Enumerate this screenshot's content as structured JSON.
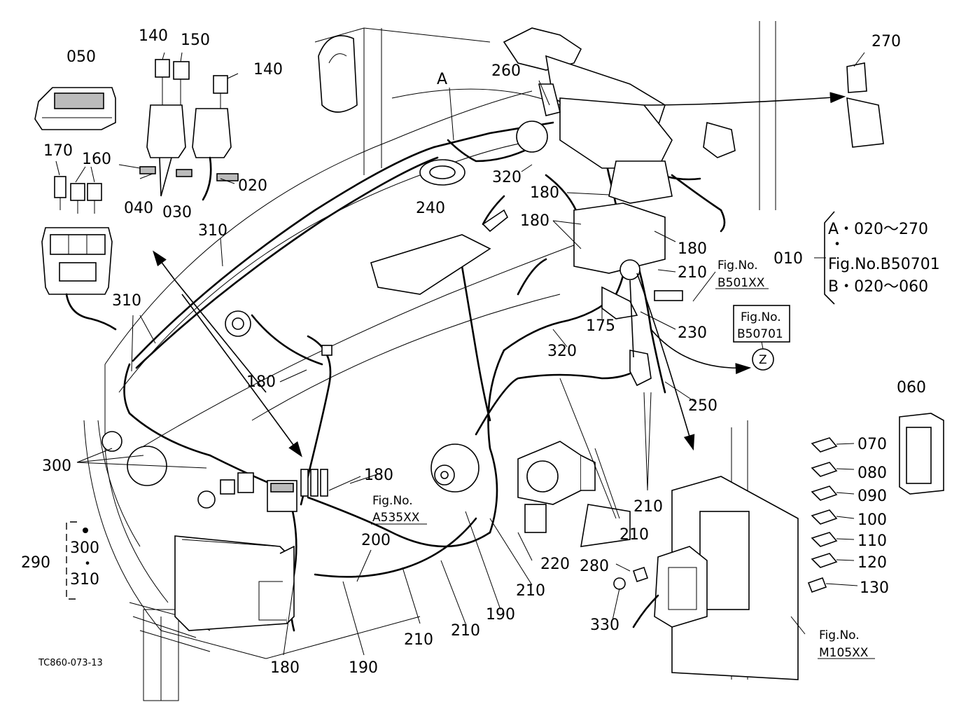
{
  "diagram": {
    "drawing_code": "TC860-073-13",
    "callouts": [
      {
        "id": "050",
        "text": "050"
      },
      {
        "id": "140a",
        "text": "140"
      },
      {
        "id": "150",
        "text": "150"
      },
      {
        "id": "140b",
        "text": "140"
      },
      {
        "id": "170",
        "text": "170"
      },
      {
        "id": "160",
        "text": "160"
      },
      {
        "id": "040",
        "text": "040"
      },
      {
        "id": "030",
        "text": "030"
      },
      {
        "id": "020",
        "text": "020"
      },
      {
        "id": "310a",
        "text": "310"
      },
      {
        "id": "310b",
        "text": "310"
      },
      {
        "id": "A",
        "text": "A"
      },
      {
        "id": "260",
        "text": "260"
      },
      {
        "id": "270",
        "text": "270"
      },
      {
        "id": "320a",
        "text": "320"
      },
      {
        "id": "240",
        "text": "240"
      },
      {
        "id": "180a",
        "text": "180"
      },
      {
        "id": "180b",
        "text": "180"
      },
      {
        "id": "180c",
        "text": "180"
      },
      {
        "id": "210a",
        "text": "210"
      },
      {
        "id": "175",
        "text": "175"
      },
      {
        "id": "230",
        "text": "230"
      },
      {
        "id": "320b",
        "text": "320"
      },
      {
        "id": "180d",
        "text": "180"
      },
      {
        "id": "250",
        "text": "250"
      },
      {
        "id": "060",
        "text": "060"
      },
      {
        "id": "300a",
        "text": "300"
      },
      {
        "id": "180e",
        "text": "180"
      },
      {
        "id": "070",
        "text": "070"
      },
      {
        "id": "080",
        "text": "080"
      },
      {
        "id": "090",
        "text": "090"
      },
      {
        "id": "100",
        "text": "100"
      },
      {
        "id": "110",
        "text": "110"
      },
      {
        "id": "120",
        "text": "120"
      },
      {
        "id": "130",
        "text": "130"
      },
      {
        "id": "210b",
        "text": "210"
      },
      {
        "id": "210c",
        "text": "210"
      },
      {
        "id": "200",
        "text": "200"
      },
      {
        "id": "220",
        "text": "220"
      },
      {
        "id": "280",
        "text": "280"
      },
      {
        "id": "290",
        "text": "290"
      },
      {
        "id": "300b",
        "text": "300"
      },
      {
        "id": "310c",
        "text": "310"
      },
      {
        "id": "210d",
        "text": "210"
      },
      {
        "id": "190a",
        "text": "190"
      },
      {
        "id": "210e",
        "text": "210"
      },
      {
        "id": "210f",
        "text": "210"
      },
      {
        "id": "330",
        "text": "330"
      },
      {
        "id": "180f",
        "text": "180"
      },
      {
        "id": "190b",
        "text": "190"
      }
    ],
    "fig_refs": {
      "b501xx_label": "Fig.No.",
      "b501xx_num": "B501XX",
      "b50701_label": "Fig.No.",
      "b50701_num": "B50701",
      "z_marker": "Z",
      "a535xx_label": "Fig.No.",
      "a535xx_num": "A535XX",
      "m105xx_label": "Fig.No.",
      "m105xx_num": "M105XX"
    },
    "assembly_note": {
      "callout": "010",
      "line1": "A・020～270",
      "dot": "・",
      "line2": "Fig.No.B50701",
      "line3": "B・020～060"
    },
    "group_note": {
      "dot": "・"
    }
  }
}
